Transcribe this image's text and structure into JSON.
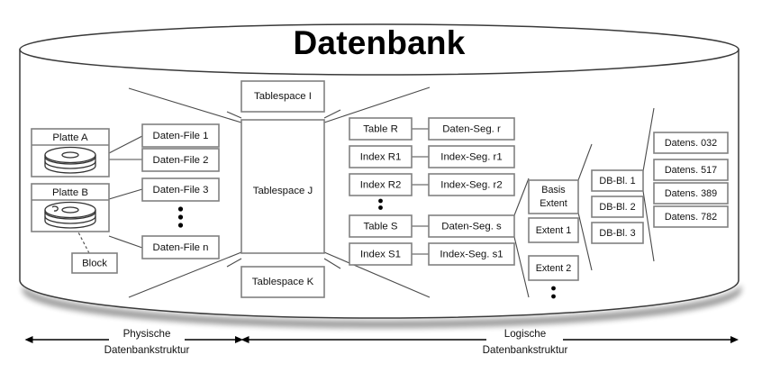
{
  "diagram": {
    "title": "Datenbank",
    "physical": {
      "disks": [
        {
          "label": "Platte A"
        },
        {
          "label": "Platte B"
        }
      ],
      "block_label": "Block",
      "data_files": [
        "Daten-File 1",
        "Daten-File 2",
        "Daten-File 3",
        "Daten-File n"
      ],
      "ellipsis": "vertical-dots"
    },
    "tablespaces": [
      "Tablespace I",
      "Tablespace J",
      "Tablespace K"
    ],
    "objects": [
      "Table R",
      "Index R1",
      "Index R2",
      "Table S",
      "Index S1"
    ],
    "segments": [
      "Daten-Seg. r",
      "Index-Seg. r1",
      "Index-Seg. r2",
      "Daten-Seg. s",
      "Index-Seg. s1"
    ],
    "extents": [
      "Basis Extent",
      "Extent 1",
      "Extent 2"
    ],
    "extent_basis_line1": "Basis",
    "extent_basis_line2": "Extent",
    "blocks": [
      "DB-Bl. 1",
      "DB-Bl. 2",
      "DB-Bl. 3"
    ],
    "records": [
      "Datens. 032",
      "Datens. 517",
      "Datens. 389",
      "Datens. 782"
    ],
    "captions": [
      {
        "line1": "Physische",
        "line2": "Datenbankstruktur"
      },
      {
        "line1": "Logische",
        "line2": "Datenbankstruktur"
      }
    ],
    "colors": {
      "background": "#ffffff",
      "page": "#f4f4f4",
      "box_stroke": "#808080",
      "cylinder_stroke": "#3a3a3a",
      "connector": "#4a4a4a",
      "text": "#111111",
      "arrow": "#000000"
    }
  }
}
